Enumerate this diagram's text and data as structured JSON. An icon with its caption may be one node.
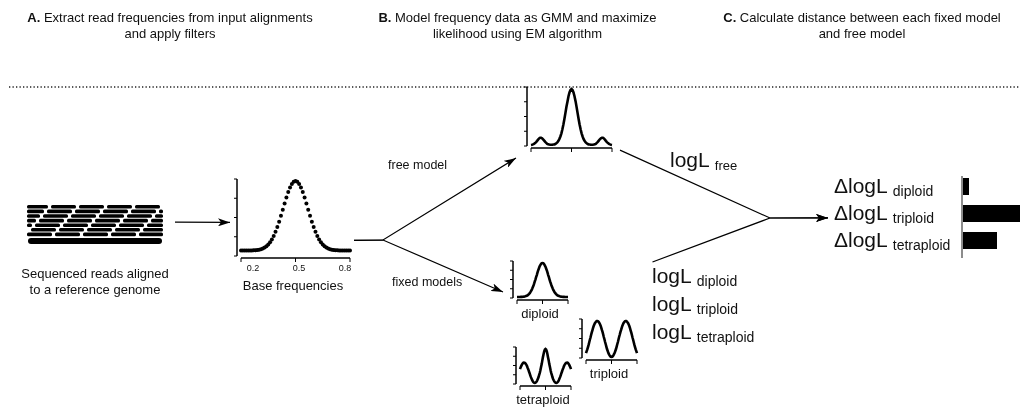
{
  "diagram": {
    "nodes": [
      {
        "text": [
          "Sequenced reads aligned to a reference genome"
        ]
      },
      {
        "text": [
          "Base frequencies"
        ]
      },
      {
        "text": [],
        "shape": "picture"
      },
      {
        "text": [
          "diploid"
        ]
      },
      {
        "text": [
          "triploid"
        ]
      },
      {
        "text": [
          "tetraploid"
        ]
      },
      {
        "text": [
          "logL $_{diploid}$",
          "logL $_{triploid}$",
          "logL $_{tetraploid}$"
        ]
      },
      {
        "text": [
          "ΔlogL $_{diploid}$",
          "ΔlogL $_{triploid}$",
          "ΔlogL $_{tetraploid}$"
        ]
      }
    ],
    "edges": [
      {
        "from": 0,
        "to": 1,
        "arrow": "to"
      },
      {
        "from": 1,
        "to": 2,
        "arrow": "to",
        "label": "free model"
      },
      {
        "from": 1,
        "to": 3,
        "arrow": "to",
        "label": "fixed models"
      },
      {
        "from": 2,
        "to": 7,
        "arrow": "to",
        "label": "logL $_{free}$"
      },
      {
        "from": 6,
        "to": 7,
        "arrow": "to"
      }
    ],
    "labels": [
      "**A.** Extract read frequencies from input alignments and apply filters",
      "**B.** Model frequency data as GMM and maximize likelihood using EM algorithm",
      "**C.** Calculate distance between each fixed model and free model",
      "0.2",
      "0.5",
      "0.8"
    ]
  }
}
